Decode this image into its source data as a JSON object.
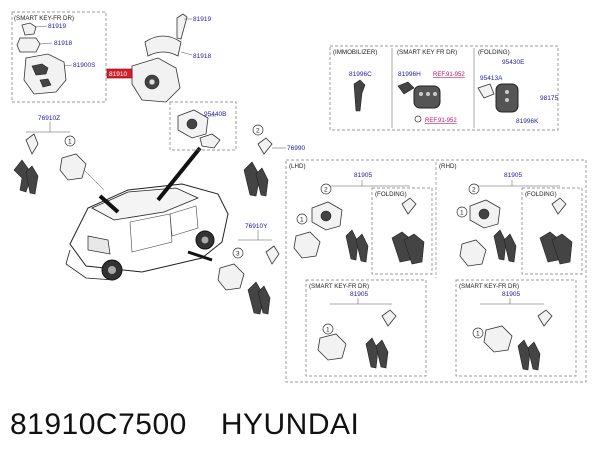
{
  "sections": {
    "smart_key_tl": "(SMART KEY-FR DR)",
    "immobilizer": "(IMMOBILIZER)",
    "smart_key_tr": "(SMART KEY FR DR)",
    "folding_top": "(FOLDING)",
    "lhd": "(LHD)",
    "rhd": "(RHD)",
    "folding_lhd": "(FOLDING)",
    "folding_rhd": "(FOLDING)",
    "smart_key_lhd": "(SMART KEY-FR DR)",
    "smart_key_rhd": "(SMART KEY-FR DR)"
  },
  "labels": {
    "p81919_a": "81919",
    "p81918_a": "81918",
    "p81900s": "81900S",
    "p81919_b": "81919",
    "p81918_b": "81918",
    "p81910_highlight": "81910",
    "p76910z": "76910Z",
    "p95440b": "95440B",
    "p76990": "76990",
    "p76910y": "76910Y",
    "p81996c": "81996C",
    "p81996h": "81996H",
    "ref_1": "REF.91-952",
    "ref_2": "REF.91-952",
    "p95430e": "95430E",
    "p95413a": "95413A",
    "p98175": "98175",
    "p81996k": "81996K",
    "p81905_lhd": "81905",
    "p81905_rhd": "81905",
    "p81905_lhd_sk": "81905",
    "p81905_rhd_sk": "81905"
  },
  "callouts": {
    "c1": "1",
    "c2": "2",
    "c3": "3",
    "c4": "1",
    "c5": "2",
    "c6": "1",
    "c7": "2",
    "c8": "1",
    "c9": "1"
  },
  "caption": {
    "part_number": "81910C7500",
    "brand": "HYUNDAI"
  }
}
